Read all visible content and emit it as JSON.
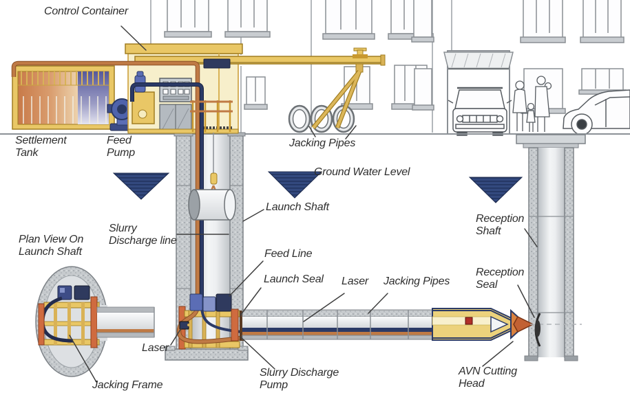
{
  "labels": {
    "control_container": "Control Container",
    "settlement_tank": "Settlement\nTank",
    "feed_pump": "Feed\nPump",
    "jacking_pipes_surface": "Jacking Pipes",
    "ground_water_level": "Ground Water Level",
    "launch_shaft": "Launch Shaft",
    "slurry_discharge_line": "Slurry\nDischarge line",
    "feed_line": "Feed Line",
    "launch_seal": "Launch Seal",
    "laser_tunnel": "Laser",
    "jacking_pipes_tunnel": "Jacking Pipes",
    "reception_shaft": "Reception\nShaft",
    "reception_seal": "Reception\nSeal",
    "plan_view_title": "Plan View On\nLaunch Shaft",
    "laser_plan": "Laser",
    "jacking_frame": "Jacking Frame",
    "slurry_discharge_pump": "Slurry Discharge\nPump",
    "avn_cutting_head": "AVN Cutting\nHead"
  },
  "palette": {
    "machine_yellow": "#e9c766",
    "cream": "#f7efcb",
    "pipe_copper": "#bf7a45",
    "navy": "#2b3a66",
    "seal_orange": "#cf6b3f",
    "concrete_gray": "#c3c7cb",
    "groundwater_navy": "#33497e",
    "text": "#2e2e2e",
    "background": "#ffffff"
  }
}
